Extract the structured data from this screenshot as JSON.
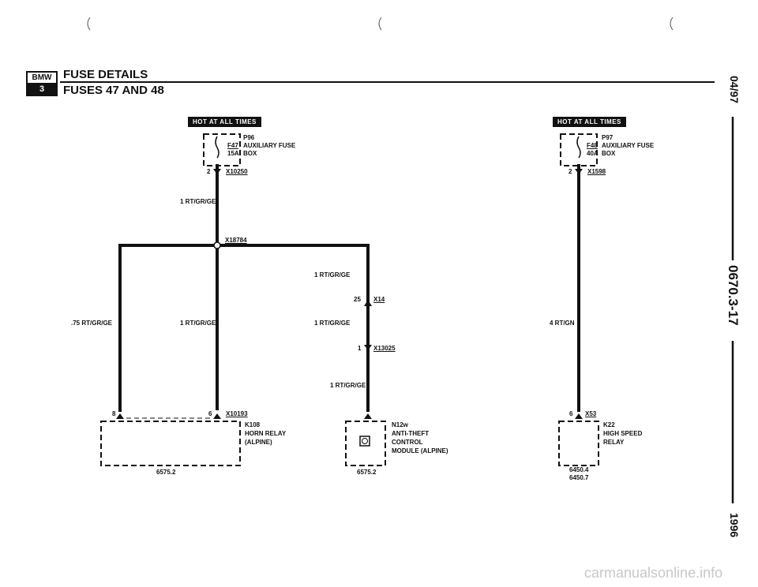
{
  "header": {
    "logo_top": "BMW",
    "logo_bottom": "3",
    "title": "FUSE DETAILS",
    "subtitle": "FUSES 47 AND 48"
  },
  "side": {
    "date": "04/97",
    "code": "0670.3-17",
    "year": "1996"
  },
  "left": {
    "badge": "HOT AT ALL TIMES",
    "fuse_ref": "P96",
    "fuse_id": "F47",
    "fuse_rating": "15A",
    "fuse_box1": "AUXILIARY FUSE",
    "fuse_box2": "BOX",
    "pin_top": "2",
    "conn_top": "X10250",
    "wire_1": "1 RT/GR/GE",
    "splice": "X18784",
    "wire_left": ".75 RT/GR/GE",
    "wire_mid": "1 RT/GR/GE",
    "pin_a": "8",
    "pin_b": "6",
    "conn_relay": "X10193",
    "relay_ref": "K108",
    "relay_name1": "HORN RELAY",
    "relay_name2": "(ALPINE)",
    "page_ref": "6575.2"
  },
  "center": {
    "wire_1": "1 RT/GR/GE",
    "pin_1": "25",
    "conn_1": "X14",
    "wire_2": "1 RT/GR/GE",
    "pin_2": "1",
    "conn_2": "X13025",
    "wire_3": "1 RT/GR/GE",
    "module_ref": "N12w",
    "module_name1": "ANTI-THEFT",
    "module_name2": "CONTROL",
    "module_name3": "MODULE (ALPINE)",
    "page_ref": "6575.2"
  },
  "right": {
    "badge": "HOT AT ALL TIMES",
    "fuse_ref": "P97",
    "fuse_id": "F48",
    "fuse_rating": "40A",
    "fuse_box1": "AUXILIARY FUSE",
    "fuse_box2": "BOX",
    "pin_top": "2",
    "conn_top": "X1598",
    "wire_1": "4 RT/GN",
    "pin_bottom": "6",
    "conn_bottom": "X53",
    "relay_ref": "K22",
    "relay_name1": "HIGH SPEED",
    "relay_name2": "RELAY",
    "page_ref1": "6450.4",
    "page_ref2": "6450.7"
  },
  "footer": {
    "watermark": "carmanualsonline.info"
  }
}
